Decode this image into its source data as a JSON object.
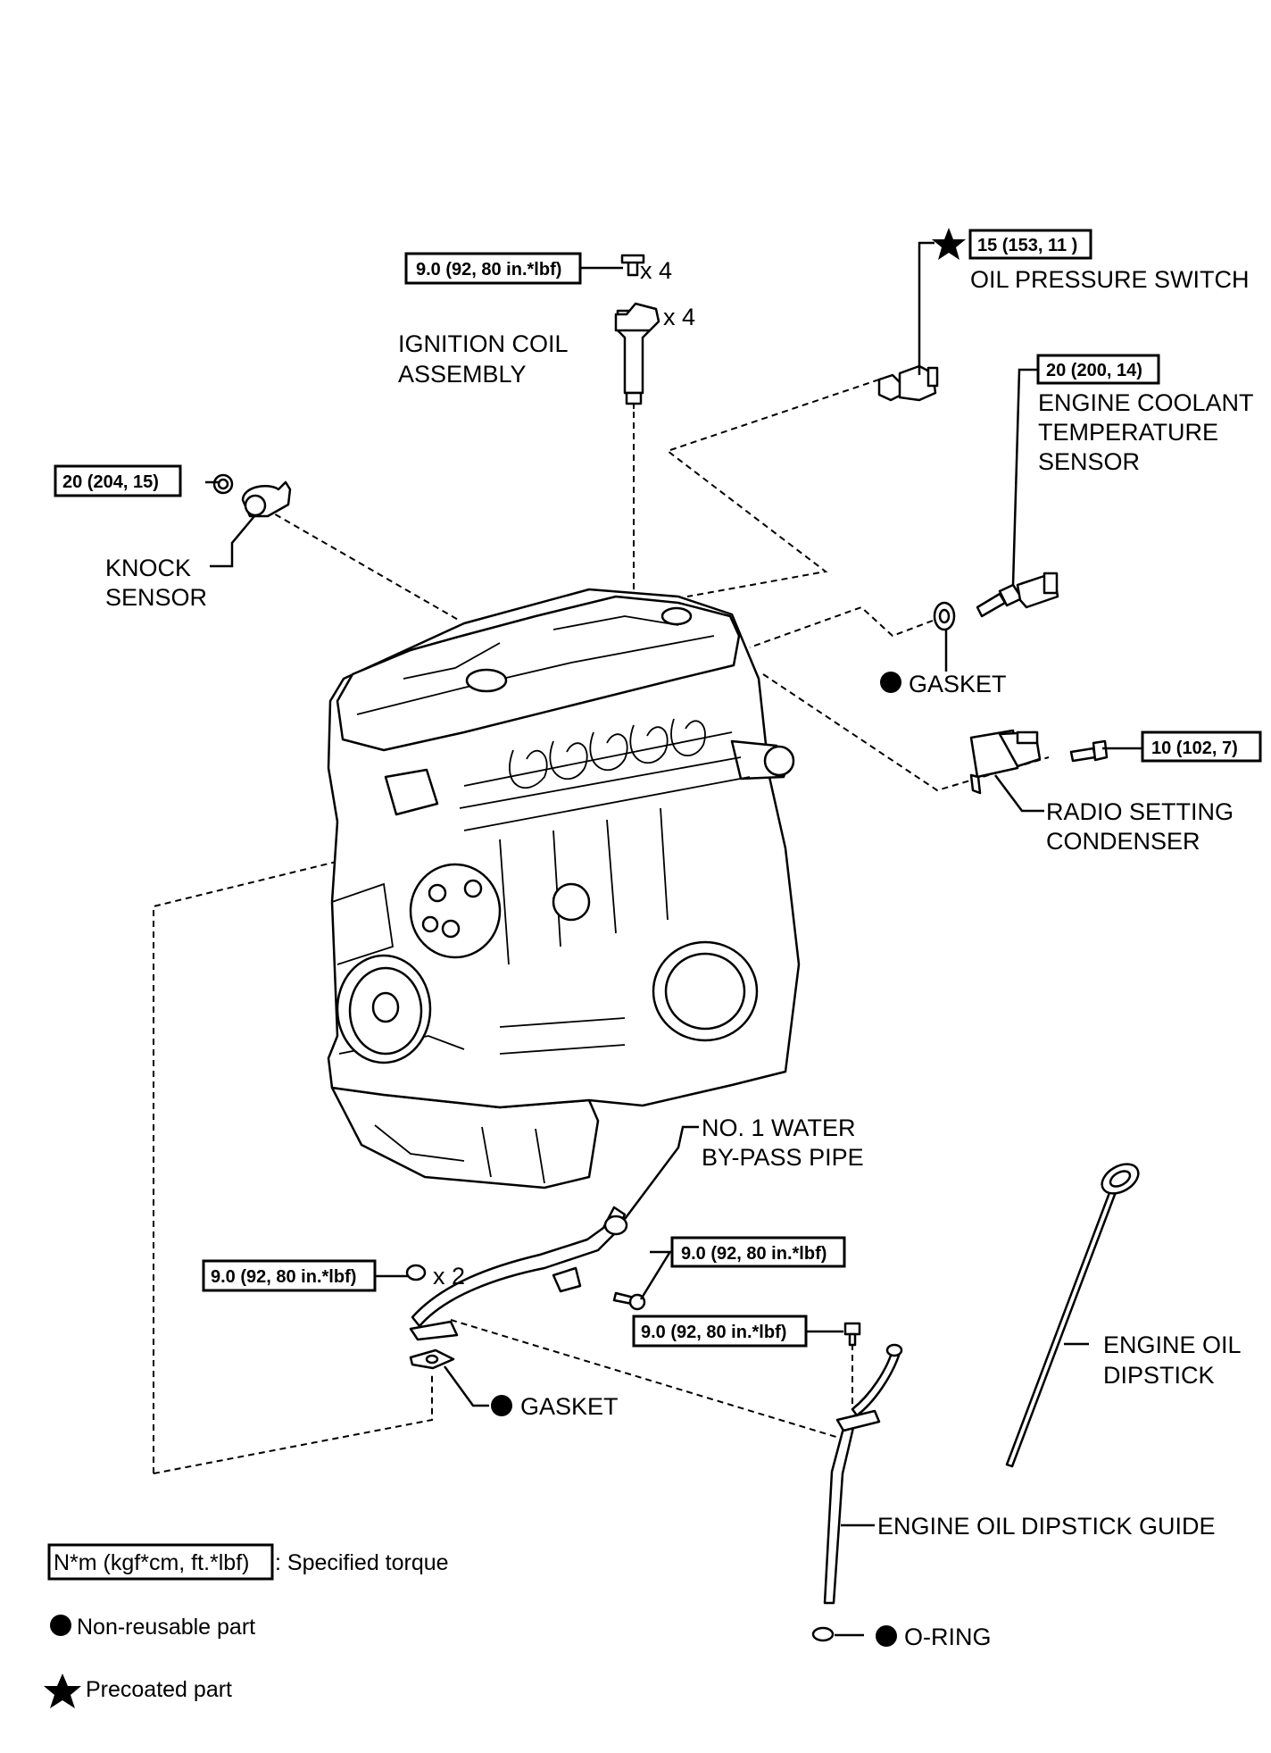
{
  "parts": {
    "ignition_coil": [
      "IGNITION COIL",
      "ASSEMBLY"
    ],
    "oil_pressure_switch": "OIL PRESSURE SWITCH",
    "engine_coolant_temp_sensor": [
      "ENGINE COOLANT",
      "TEMPERATURE",
      "SENSOR"
    ],
    "knock_sensor": [
      "KNOCK",
      "SENSOR"
    ],
    "gasket_upper": "GASKET",
    "radio_setting_condenser": [
      "RADIO SETTING",
      "CONDENSER"
    ],
    "water_bypass_pipe": [
      "NO. 1 WATER",
      "BY-PASS PIPE"
    ],
    "gasket_lower": "GASKET",
    "engine_oil_dipstick": [
      "ENGINE OIL",
      "DIPSTICK"
    ],
    "engine_oil_dipstick_guide": "ENGINE OIL DIPSTICK GUIDE",
    "o_ring": "O-RING"
  },
  "torques": {
    "ignition_coil_bolt": "9.0 (92, 80 in.*lbf)",
    "oil_pressure_switch": "15 (153, 11 )",
    "engine_coolant_temp_sensor": "20 (200, 14)",
    "knock_sensor": "20 (204, 15)",
    "radio_setting_condenser": "10 (102, 7)",
    "bypass_pipe_nut": "9.0 (92, 80 in.*lbf)",
    "bypass_pipe_bolt": "9.0 (92, 80 in.*lbf)",
    "dipstick_guide_bolt": "9.0 (92, 80 in.*lbf)"
  },
  "quantities": {
    "ignition_coil_bolt": "x 4",
    "ignition_coil": "x 4",
    "bypass_pipe_nut": "x 2"
  },
  "legend": {
    "torque_box": "N*m (kgf*cm, ft.*lbf)",
    "torque_desc": ": Specified torque",
    "non_reusable": "Non-reusable part",
    "precoated": "Precoated part"
  }
}
